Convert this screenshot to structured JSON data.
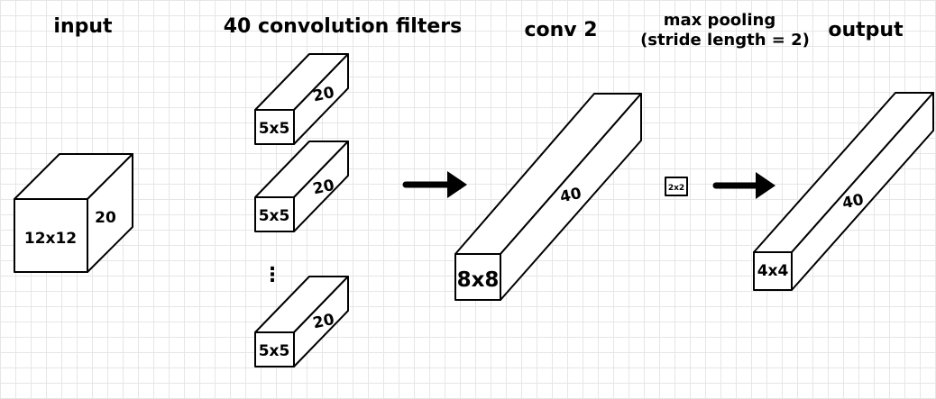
{
  "headers": {
    "input": "input",
    "filters": "40 convolution filters",
    "conv2": "conv 2",
    "maxpool_line1": "max pooling",
    "maxpool_line2": "(stride length = 2)",
    "output": "output"
  },
  "input_block": {
    "face": "12x12",
    "depth": "20"
  },
  "filters": [
    {
      "face": "5x5",
      "depth": "20"
    },
    {
      "face": "5x5",
      "depth": "20"
    },
    {
      "face": "5x5",
      "depth": "20"
    }
  ],
  "filters_ellipsis": "⋮",
  "conv2_block": {
    "face": "8x8",
    "depth": "40"
  },
  "pool_window": "2x2",
  "output_block": {
    "face": "4x4",
    "depth": "40"
  },
  "colors": {
    "stroke": "#000000",
    "grid": "#e6e6e6",
    "background": "#ffffff"
  },
  "icons": [
    "right-arrow-icon",
    "right-arrow-icon"
  ]
}
